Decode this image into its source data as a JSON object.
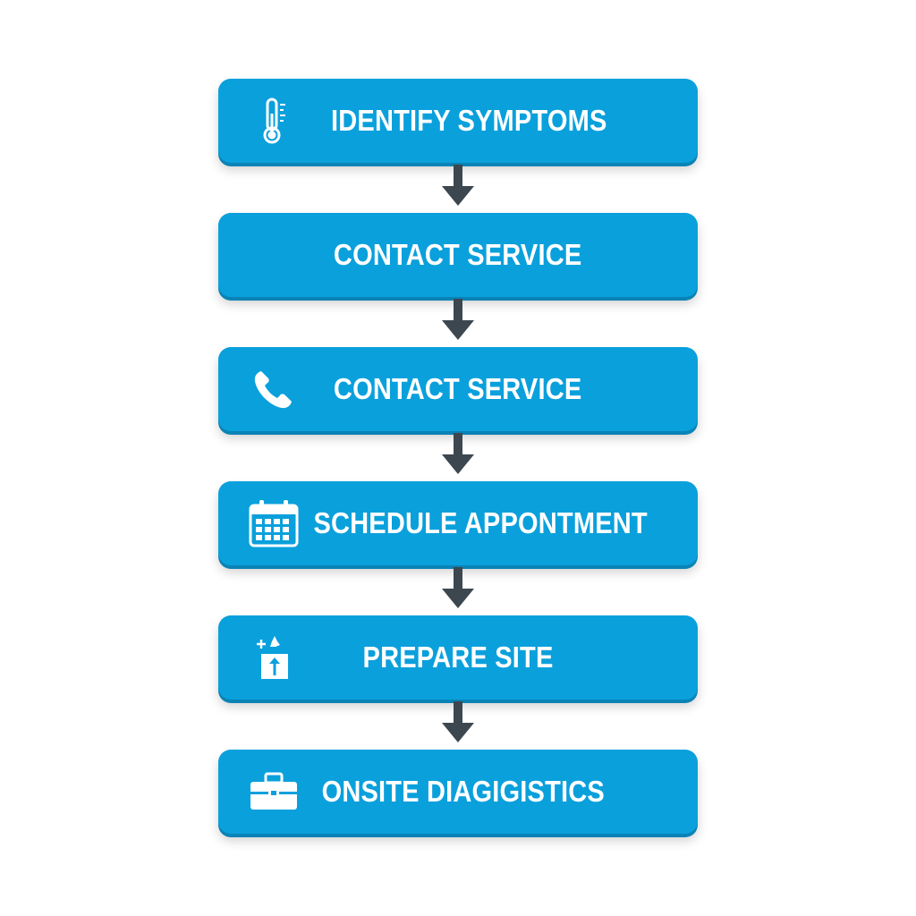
{
  "steps": [
    {
      "label": "IDENTIFY SYMPTOMS",
      "icon": "thermometer-icon"
    },
    {
      "label": "CONTACT SERVICE",
      "icon": ""
    },
    {
      "label": "CONTACT SERVICE",
      "icon": "phone-icon"
    },
    {
      "label": "SCHEDULE APPONTMENT",
      "icon": "calendar-icon"
    },
    {
      "label": "PREPARE SITE",
      "icon": "prepare-box-icon"
    },
    {
      "label": "ONSITE DIAGIGISTICS",
      "icon": "toolbox-icon"
    }
  ],
  "colors": {
    "box": "#0aa0dc",
    "box_shadow": "#0a83b6",
    "arrow": "#3d474f",
    "text": "#ffffff"
  }
}
